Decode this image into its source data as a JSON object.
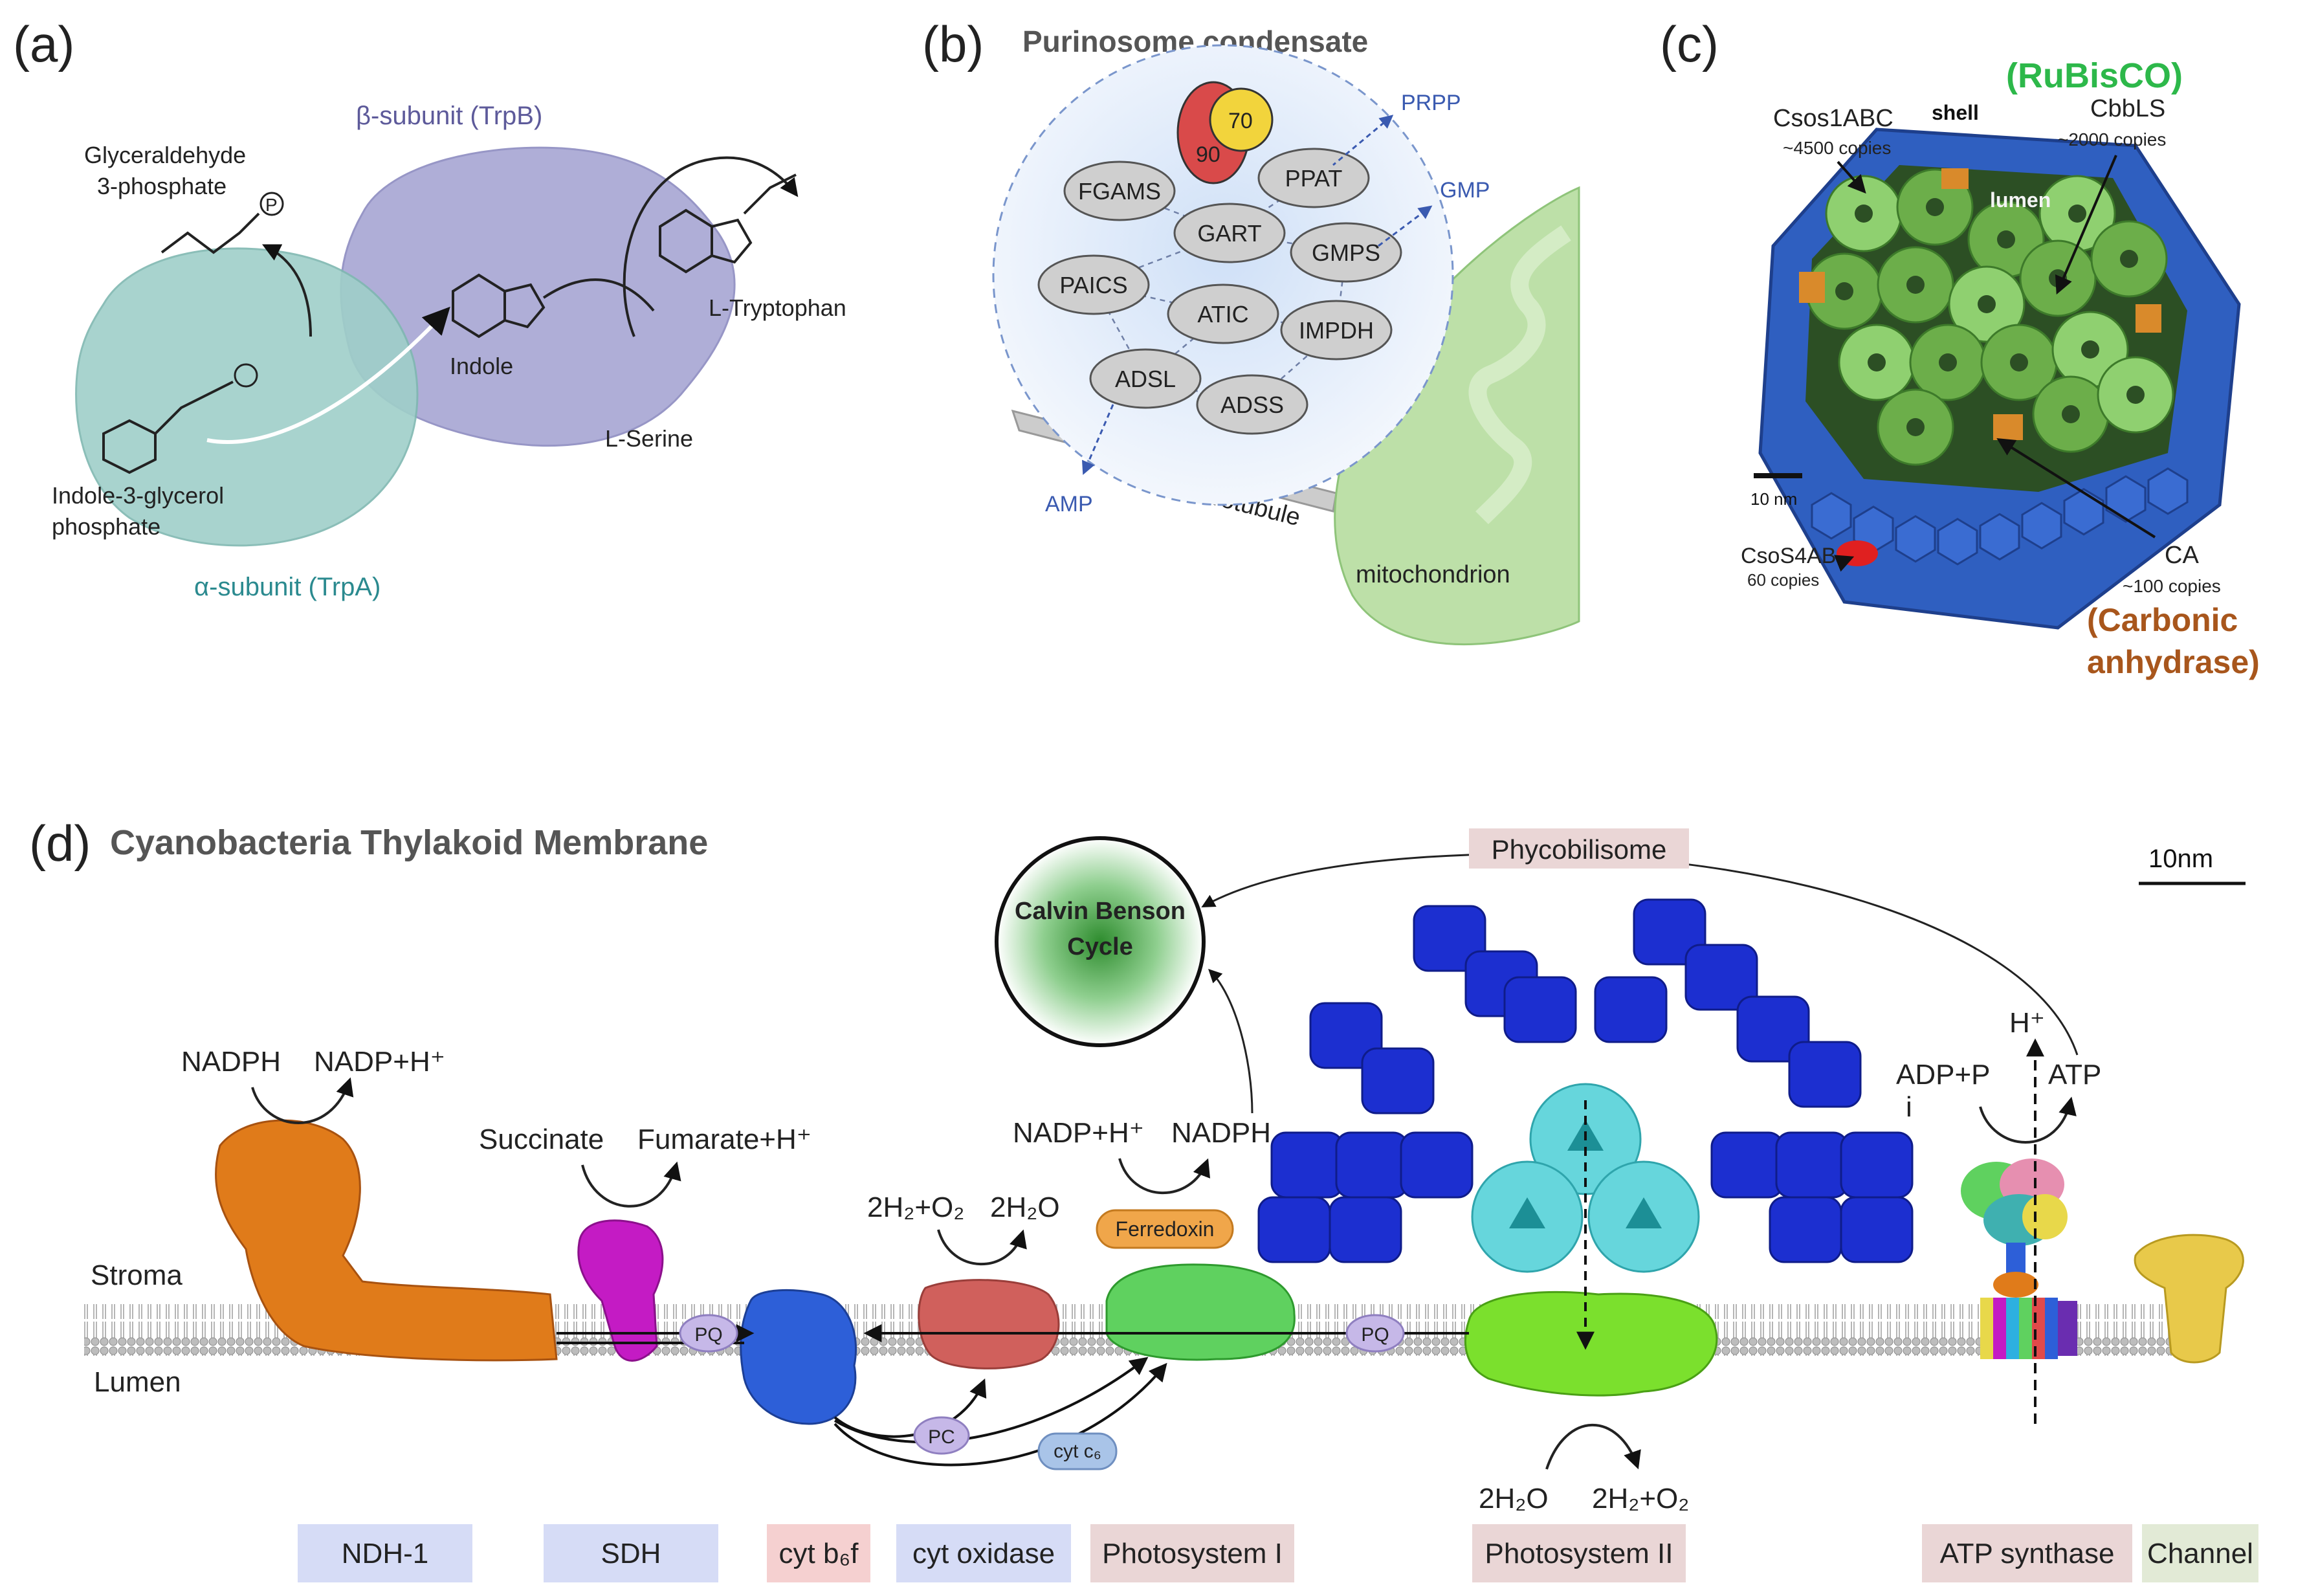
{
  "panel_a": {
    "label": "(a)",
    "beta_subunit": "β-subunit (TrpB)",
    "alpha_subunit": "α-subunit (TrpA)",
    "g3p_line1": "Glyceraldehyde",
    "g3p_line2": "3-phosphate",
    "igp_line1": "Indole-3-glycerol",
    "igp_line2": "phosphate",
    "indole": "Indole",
    "serine": "L-Serine",
    "tryptophan": "L-Tryptophan",
    "p_symbol": "P"
  },
  "panel_b": {
    "label": "(b)",
    "title": "Purinosome condensate",
    "hsp90": "90",
    "hsp70": "70",
    "prpp": "PRPP",
    "gmp": "GMP",
    "amp": "AMP",
    "microtubule": "microtubule",
    "mitochondrion": "mitochondrion",
    "enzymes": [
      "FGAMS",
      "PPAT",
      "GART",
      "GMPS",
      "PAICS",
      "ATIC",
      "IMPDH",
      "ADSL",
      "ADSS"
    ]
  },
  "panel_c": {
    "label": "(c)",
    "rubisco": "(RuBisCO)",
    "csos1_name": "Csos1ABC",
    "csos1_copies": "~4500 copies",
    "shell": "shell",
    "cbbls_name": "CbbLS",
    "cbbls_copies": "~2000 copies",
    "lumen": "lumen",
    "scale": "10 nm",
    "csos4_name": "CsoS4AB",
    "csos4_copies": "60 copies",
    "ca_name": "CA",
    "ca_copies": "~100 copies",
    "ca_full_1": "(Carbonic",
    "ca_full_2": "anhydrase)",
    "colors": {
      "shell": "#2f5fc0",
      "rubisco": "#6cae4a",
      "ca": "#d98a2b",
      "csos4": "#e02020"
    }
  },
  "panel_d": {
    "label": "(d)",
    "title": "Cyanobacteria Thylakoid Membrane",
    "scale": "10nm",
    "calvin_1": "Calvin Benson",
    "calvin_2": "Cycle",
    "phycobilisome": "Phycobilisome",
    "stroma": "Stroma",
    "lumen": "Lumen",
    "nadph_1": "NADPH",
    "nadp_h_1": "NADP+H⁺",
    "succinate": "Succinate",
    "fumarate": "Fumarate+H⁺",
    "o2_reaction_in": "2H₂+O₂",
    "o2_reaction_out": "2H₂O",
    "nadp_h_2": "NADP+H⁺",
    "nadph_2": "NADPH",
    "ferredoxin": "Ferredoxin",
    "pq": "PQ",
    "pc": "PC",
    "cytc6": "cyt c₆",
    "psii_in": "2H₂O",
    "psii_out": "2H₂+O₂",
    "h_plus": "H⁺",
    "adp_1": "ADP+P",
    "adp_2": "i",
    "atp": "ATP",
    "bottom_labels": [
      {
        "text": "NDH-1",
        "color": "#d6dcf6"
      },
      {
        "text": "SDH",
        "color": "#d6dcf6"
      },
      {
        "text": "cyt b₆f",
        "color": "#f5d0d0"
      },
      {
        "text": "cyt oxidase",
        "color": "#d6dcf6"
      },
      {
        "text": "Photosystem I",
        "color": "#ead6d6"
      },
      {
        "text": "Photosystem II",
        "color": "#ead6d6"
      },
      {
        "text": "ATP synthase",
        "color": "#ead6d6"
      },
      {
        "text": "Channel",
        "color": "#e2ead6"
      }
    ],
    "colors": {
      "ndh1": "#e07b1a",
      "sdh": "#c41bc4",
      "cytb6f": "#2d5fd8",
      "cytox": "#d0605c",
      "ps1": "#5fd15f",
      "ps2": "#7be02d",
      "phyco_dark": "#1c2fd0",
      "phyco_light": "#66d6dc",
      "channel": "#e8c94a",
      "ferredoxin": "#f0a64a",
      "pq": "#c6b8e8"
    }
  }
}
